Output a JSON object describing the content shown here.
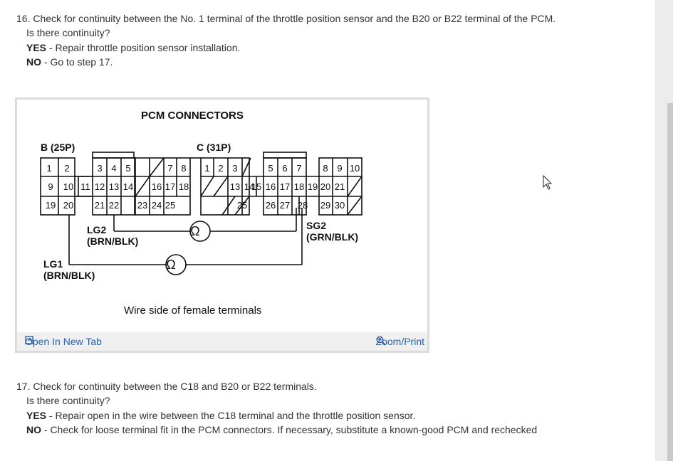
{
  "step16": {
    "heading": "16. Check for continuity between the No. 1 terminal of the throttle position sensor and the B20 or B22 terminal of the PCM.",
    "question": "Is there continuity?",
    "yes_label": "YES",
    "yes_text": " - Repair throttle position sensor installation.",
    "no_label": "NO",
    "no_text": " - Go to step 17."
  },
  "figure": {
    "title": "PCM CONNECTORS",
    "connector_b": "B (25P)",
    "connector_c": "C (31P)",
    "b_terminals": [
      "1",
      "2",
      "3",
      "4",
      "5",
      "7",
      "8",
      "9",
      "10",
      "11",
      "12",
      "13",
      "14",
      "16",
      "17",
      "18",
      "19",
      "20",
      "21",
      "22",
      "23",
      "24",
      "25"
    ],
    "c_terminals": [
      "1",
      "2",
      "3",
      "5",
      "6",
      "7",
      "8",
      "9",
      "10",
      "13",
      "14",
      "15",
      "16",
      "17",
      "18",
      "19",
      "20",
      "21",
      "25",
      "26",
      "27",
      "28",
      "29",
      "30"
    ],
    "lg2_label": "LG2",
    "lg2_color": "(BRN/BLK)",
    "lg1_label": "LG1",
    "lg1_color": "(BRN/BLK)",
    "sg2_label": "SG2",
    "sg2_color": "(GRN/BLK)",
    "ohm_symbol": "Ω",
    "caption": "Wire side of female terminals",
    "open_label": "Open In New Tab",
    "zoom_label": "Zoom/Print"
  },
  "step17": {
    "heading": "17. Check for continuity between the C18 and B20 or B22 terminals.",
    "question": "Is there continuity?",
    "yes_label": "YES",
    "yes_text": " - Repair open in the wire between the C18 terminal and the throttle position sensor.",
    "no_label": "NO",
    "no_text": " - Check for loose terminal fit in the PCM connectors. If necessary, substitute a known-good PCM and rechecked"
  },
  "colors": {
    "link": "#2a62a6",
    "toolbar_bg": "#f0f0f0",
    "figure_border": "#dcdcdc"
  },
  "icons": [
    "open-in-new-tab-icon",
    "zoom-icon",
    "mouse-cursor-icon"
  ]
}
